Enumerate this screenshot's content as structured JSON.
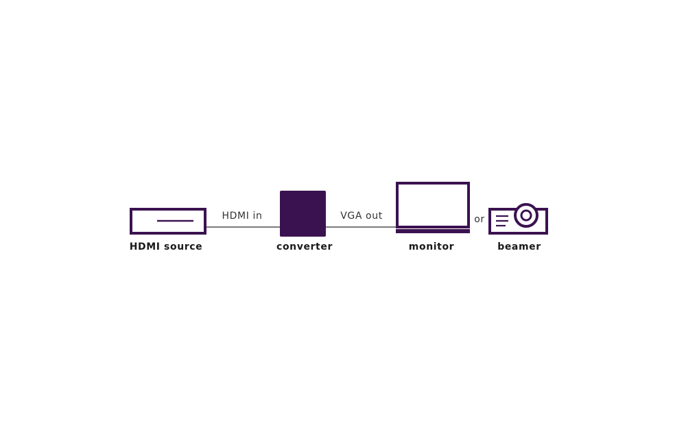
{
  "colors": {
    "device": "#3b1250",
    "line": "#2a2a2a",
    "label": "#1a1a1a",
    "connection_label": "#333333",
    "background": "#ffffff"
  },
  "nodes": {
    "source": {
      "label": "HDMI source",
      "icon": "set-top-box-icon"
    },
    "converter": {
      "label": "converter",
      "icon": "converter-box-icon"
    },
    "monitor": {
      "label": "monitor",
      "icon": "monitor-icon"
    },
    "beamer": {
      "label": "beamer",
      "icon": "projector-icon"
    }
  },
  "connections": {
    "input": {
      "label": "HDMI in"
    },
    "output": {
      "label": "VGA out"
    }
  },
  "alternative": {
    "label": "or"
  }
}
